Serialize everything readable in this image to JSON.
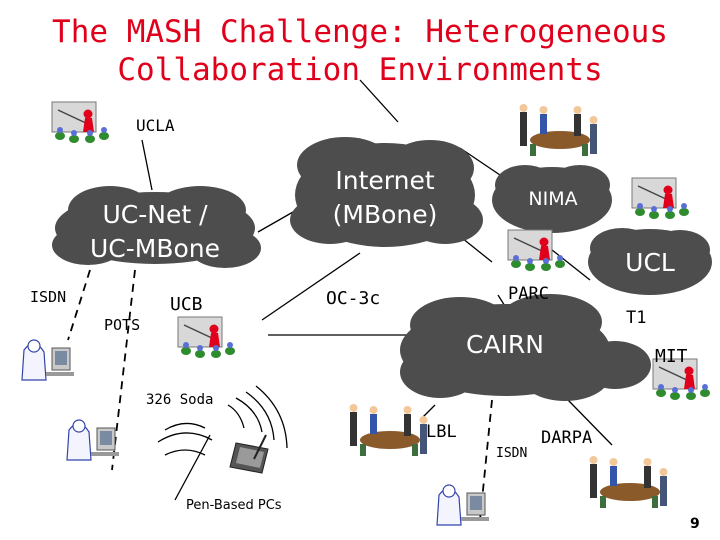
{
  "slide": {
    "title_line1": "The MASH Challenge: Heterogeneous",
    "title_line2": "Collaboration Environments",
    "page_number": "9",
    "title_color": "#e0001b"
  },
  "clouds": {
    "ucnet_line1": "UC-Net /",
    "ucnet_line2": "UC-MBone",
    "internet_line1": "Internet",
    "internet_line2": "(MBone)",
    "nima": "NIMA",
    "ucl": "UCL",
    "cairn": "CAIRN",
    "cloud_color": "#4d4d4d"
  },
  "labels": {
    "ucla": "UCLA",
    "isdn_left": "ISDN",
    "pots": "POTS",
    "ucb": "UCB",
    "oc3c": "OC-3c",
    "parc": "PARC",
    "t1": "T1",
    "mit": "MIT",
    "soda": "326 Soda",
    "lbl": "LBL",
    "isdn_right": "ISDN",
    "darpa": "DARPA",
    "pen_based": "Pen-Based PCs"
  },
  "icons": {
    "site_icon": "meeting-room-icon",
    "meeting_icon": "business-meeting-icon",
    "workstation_icon": "workstation-user-icon",
    "pen_pc_icon": "pen-tablet-icon",
    "wireless_icon": "wireless-waves-icon"
  }
}
